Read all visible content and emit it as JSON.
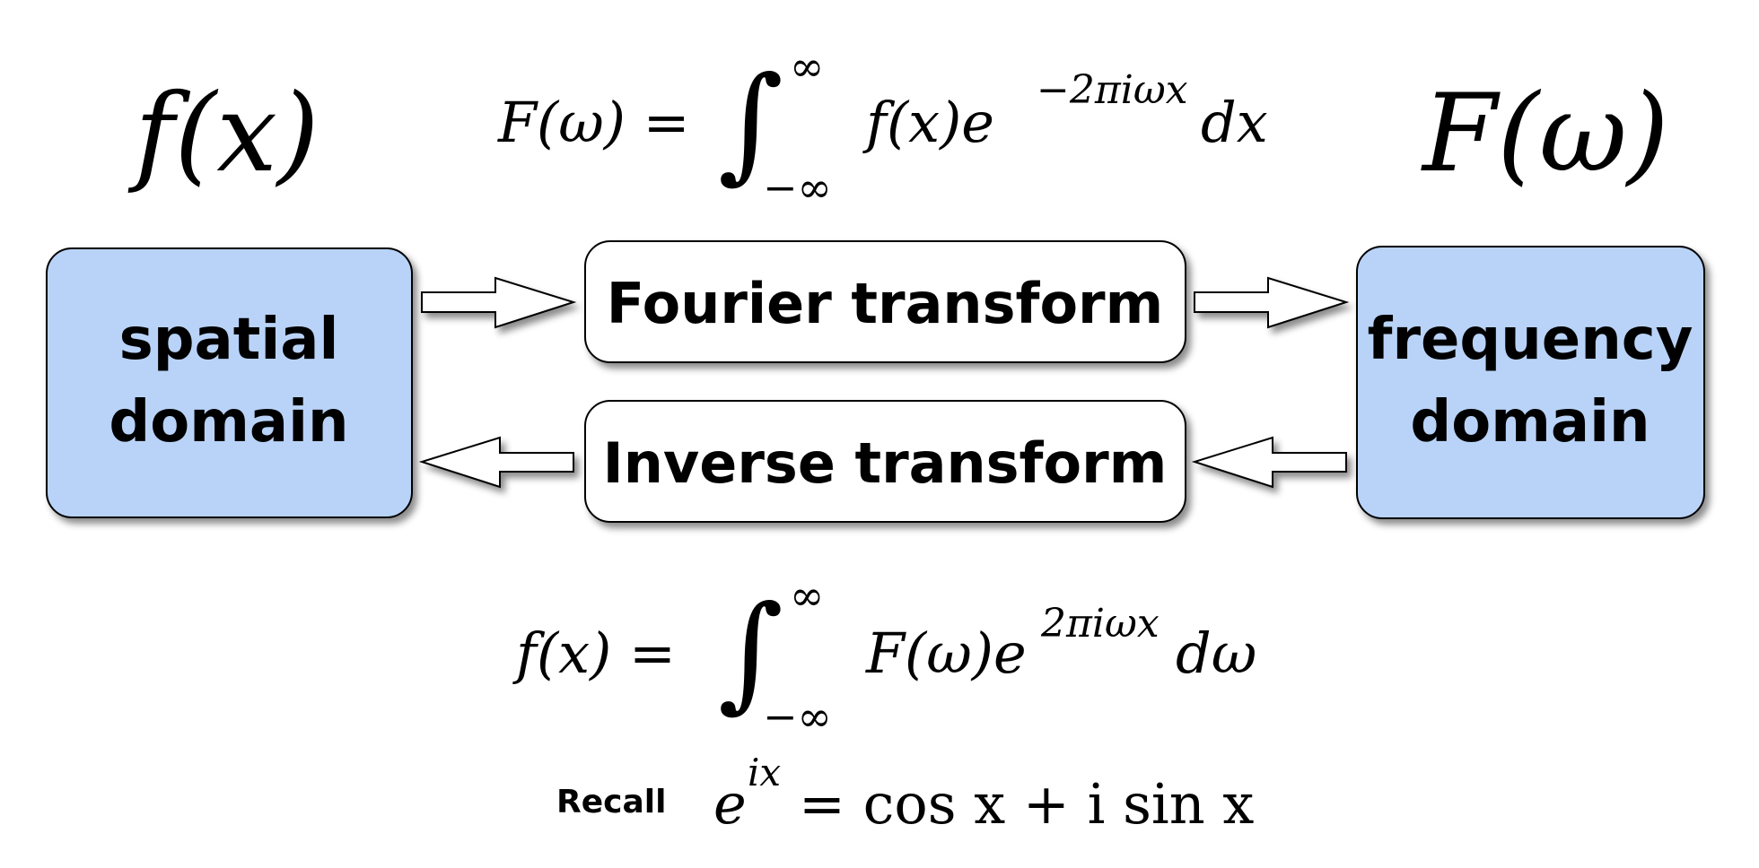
{
  "colors": {
    "domain_fill": "#b9d3f8",
    "box_fill": "#ffffff",
    "stroke": "#000000"
  },
  "top": {
    "left_symbol": "f(x)",
    "right_symbol": "F(ω)",
    "forward_formula": {
      "lhs": "F(ω) =",
      "integral": "∫",
      "upper": "∞",
      "lower": "−∞",
      "integrand": "f(x)e",
      "exponent": "−2πiωx",
      "differential": "dx"
    }
  },
  "boxes": {
    "spatial": [
      "spatial",
      "domain"
    ],
    "frequency": [
      "frequency",
      "domain"
    ],
    "fourier": "Fourier transform",
    "inverse": "Inverse transform"
  },
  "bottom": {
    "inverse_formula": {
      "lhs": "f(x) =",
      "integral": "∫",
      "upper": "∞",
      "lower": "−∞",
      "integrand": "F(ω)e",
      "exponent": "2πiωx",
      "differential": "dω"
    },
    "recall_label": "Recall",
    "euler": {
      "base": "e",
      "exponent": "ix",
      "rhs": "= cos x + i sin x"
    }
  }
}
